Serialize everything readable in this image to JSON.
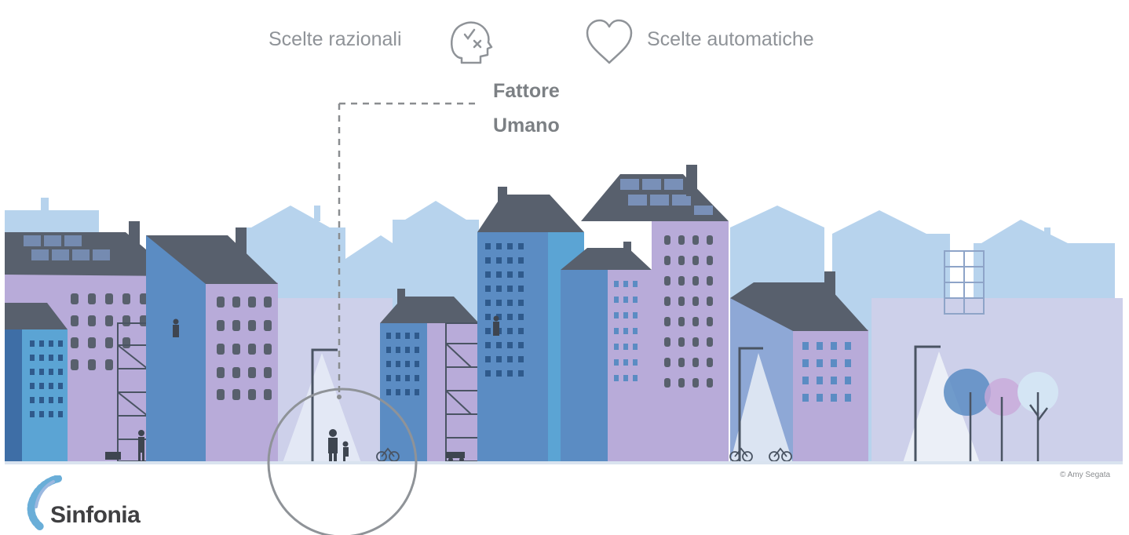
{
  "header": {
    "rational_label": "Scelte razionali",
    "rational_icon": "head-choice-icon",
    "automatic_icon": "heart-icon",
    "automatic_label": "Scelte automatiche"
  },
  "callout": {
    "line1": "Fattore",
    "line2": "Umano"
  },
  "credit": "© Amy Segata",
  "logo": {
    "text": "Sinfonia",
    "icon": "sinfonia-logo-icon"
  },
  "colors": {
    "sky_buildings": "#b7d3ed",
    "lavender": "#b0a9d6",
    "purple": "#b8abd9",
    "blue": "#5b8cc3",
    "dark_blue": "#3e6ea6",
    "light_blue": "#5ba4d4",
    "roof": "#58606d",
    "ground": "#d9e3ef",
    "text_gray": "#8f9398"
  }
}
